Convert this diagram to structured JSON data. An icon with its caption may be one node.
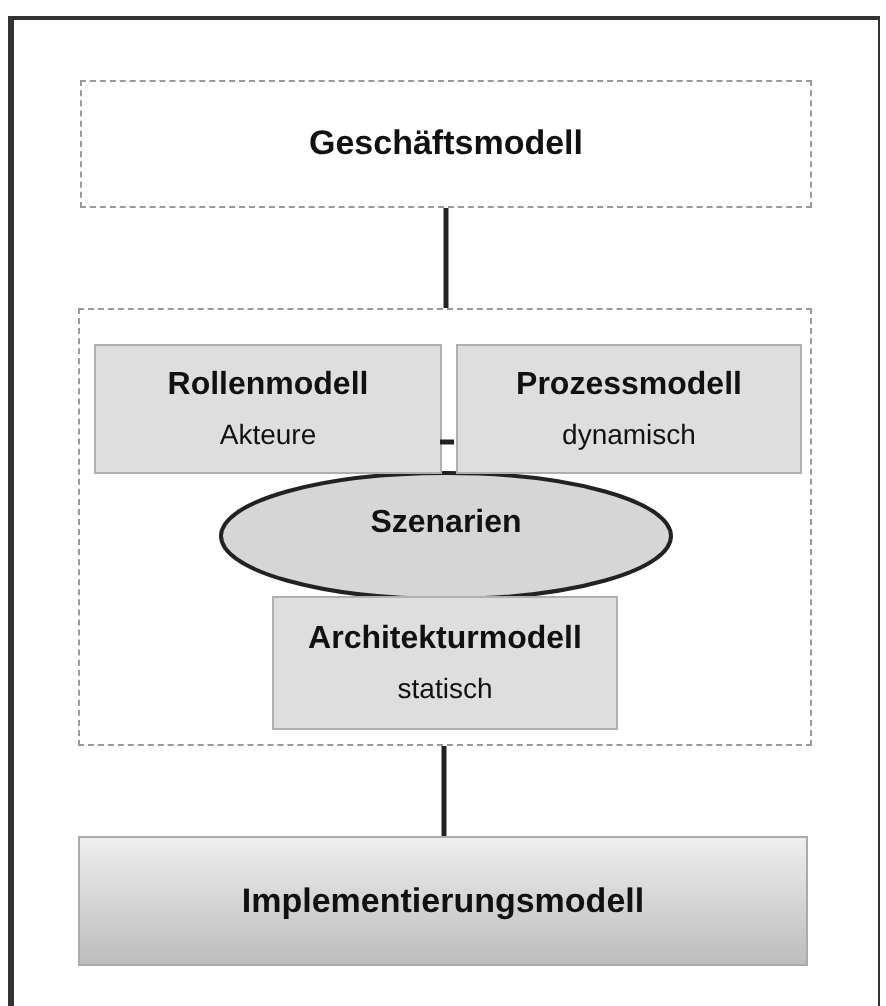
{
  "diagram": {
    "nodes": [
      {
        "text": [
          "Geschäftsmodell"
        ]
      },
      {
        "text": [],
        "shape": "box"
      },
      {
        "text": [
          "Rollenmodell",
          "Akteure"
        ],
        "in": 1
      },
      {
        "text": [
          "Prozessmodell",
          "dynamisch"
        ],
        "in": 1
      },
      {
        "text": [
          "Szenarien"
        ],
        "in": 1
      },
      {
        "text": [
          "Architekturmodell",
          "statisch"
        ],
        "in": 1
      },
      {
        "text": [
          "Implementierungsmodell"
        ]
      }
    ],
    "edges": [
      {
        "from": 0,
        "to": 1,
        "arrow": "none"
      },
      {
        "from": 2,
        "to": 3,
        "arrow": "none"
      },
      {
        "from": 1,
        "to": 6,
        "arrow": "none"
      }
    ]
  }
}
